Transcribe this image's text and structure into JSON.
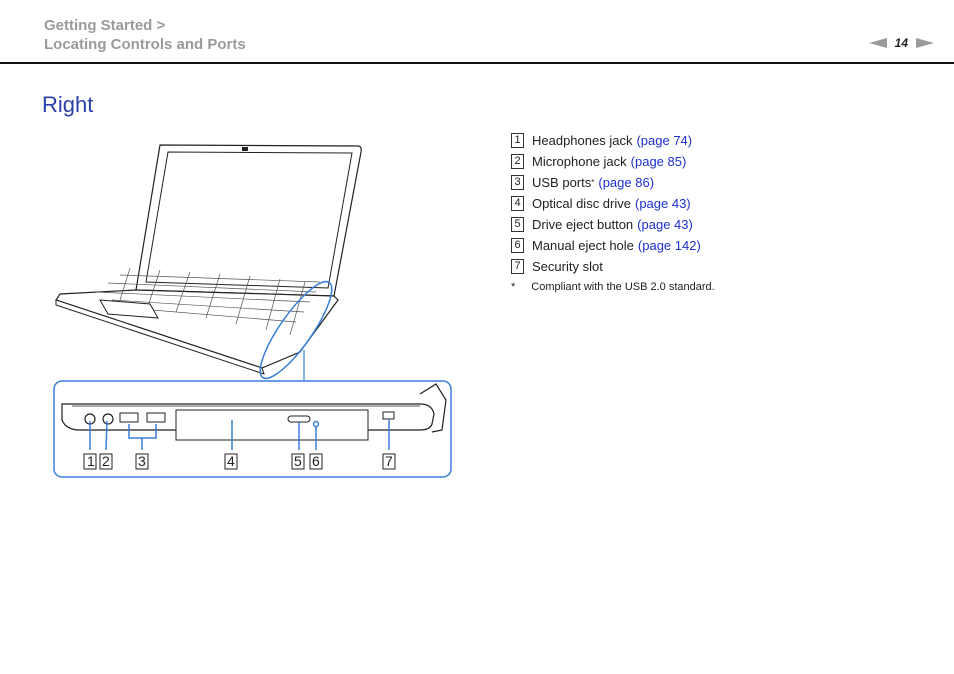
{
  "header": {
    "breadcrumb_line1": "Getting Started >",
    "breadcrumb_line2": "Locating Controls and Ports",
    "page_number": "14"
  },
  "section": {
    "title": "Right"
  },
  "callouts": [
    {
      "num": "1",
      "label": "Headphones jack",
      "link": "(page 74)"
    },
    {
      "num": "2",
      "label": "Microphone jack",
      "link": "(page 85)"
    },
    {
      "num": "3",
      "label": "USB ports",
      "sup": "*",
      "link": "(page 86)"
    },
    {
      "num": "4",
      "label": "Optical disc drive",
      "link": "(page 43)"
    },
    {
      "num": "5",
      "label": "Drive eject button",
      "link": "(page 43)"
    },
    {
      "num": "6",
      "label": "Manual eject hole",
      "link": "(page 142)"
    },
    {
      "num": "7",
      "label": "Security slot",
      "link": ""
    }
  ],
  "footnote": {
    "mark": "*",
    "text": "Compliant with the USB 2.0 standard."
  },
  "colors": {
    "title": "#2a3fa8",
    "link": "#1c2fd0",
    "callout_frame": "#3a7fd8",
    "breadcrumb": "#9a9a9a"
  }
}
